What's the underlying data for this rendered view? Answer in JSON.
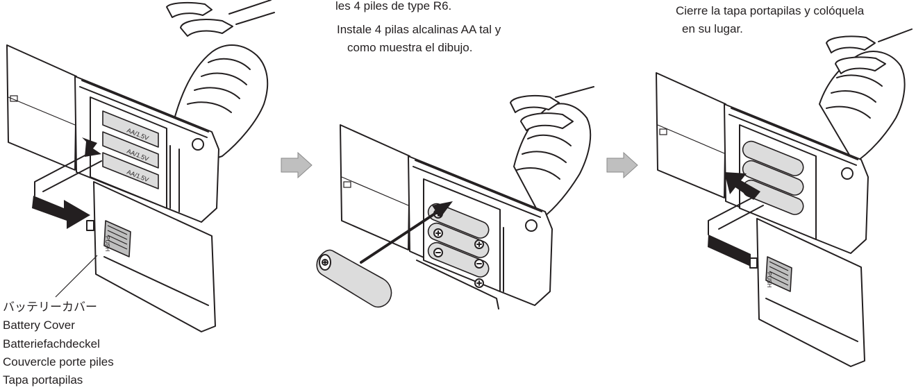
{
  "step1": {
    "cover_labels": [
      "バッテリーカバー",
      "Battery Cover",
      "Batteriefachdeckel",
      "Couvercle porte piles",
      "Tapa portapilas"
    ],
    "cover_push_text": "PUSH",
    "slot_text": "AA/1.5V"
  },
  "step2": {
    "lines": [
      "les 4 piles de type R6.",
      "Instale 4 pilas alcalinas AA tal y",
      "como muestra el dibujo."
    ]
  },
  "step3": {
    "lines": [
      "Cierre la tapa portapilas y colóquela",
      "en su lugar."
    ],
    "cover_push_text": "PUSH"
  },
  "colors": {
    "line": "#231f20",
    "step_arrow": "#bfbfbf",
    "battery_fill": "#c8c8c8"
  },
  "icons": [
    "step-arrow-icon",
    "plus-terminal-icon",
    "minus-terminal-icon"
  ]
}
